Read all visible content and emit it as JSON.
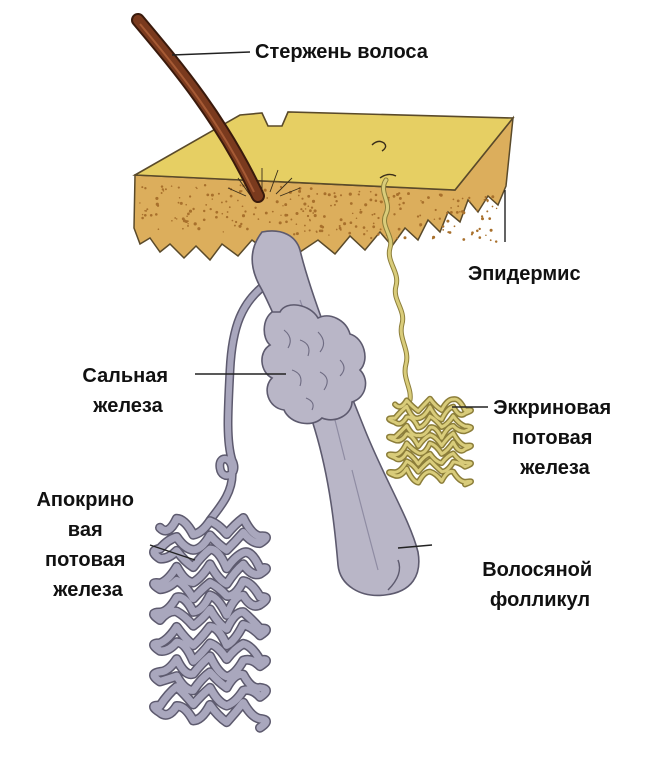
{
  "diagram": {
    "labels": {
      "hair_shaft": "Стержень волоса",
      "epidermis": "Эпидермис",
      "sebaceous_gland": [
        "Сальная",
        "железа"
      ],
      "eccrine_gland": [
        "Эккриновая",
        "потовая",
        "железа"
      ],
      "apocrine_gland": [
        "Апокрино",
        "вая",
        "потовая",
        "железа"
      ],
      "hair_follicle": [
        "Волосяной",
        "фолликул"
      ]
    },
    "colors": {
      "skin_top": "#e6cf63",
      "skin_side": "#dcae5c",
      "skin_dots": "#a8702c",
      "outline": "#5a4a2a",
      "hair": "#7a3a1e",
      "follicle": "#b9b6c7",
      "follicle_outline": "#5d5a6e",
      "apocrine": "#a9a7bd",
      "eccrine": "#d9cc7a"
    }
  }
}
